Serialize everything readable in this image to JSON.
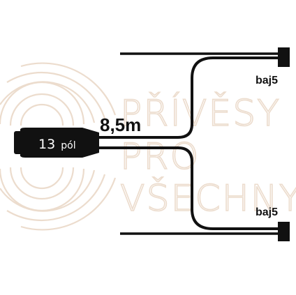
{
  "watermark": {
    "lines": [
      "PŘÍVĚSY",
      "PRO",
      "VŠECHNY"
    ]
  },
  "connector": {
    "label_number": "13",
    "label_unit": "pól"
  },
  "cable": {
    "length_label": "8,5m"
  },
  "branches": [
    {
      "label": "baj5"
    },
    {
      "label": "baj5"
    }
  ],
  "colors": {
    "cable": "#111111",
    "watermark": "#ecdccd",
    "background": "#ffffff"
  }
}
